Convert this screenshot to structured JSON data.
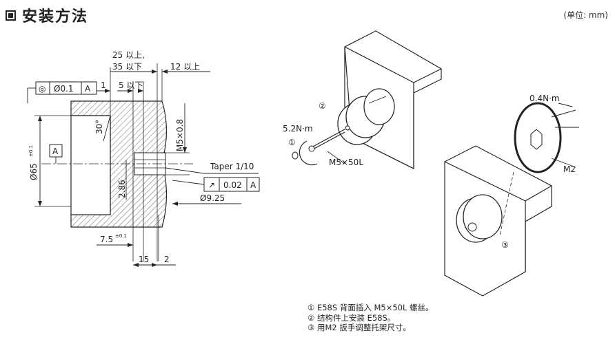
{
  "title": "安装方法",
  "unit": "(单位: mm)",
  "left_drawing": {
    "dim_top_a": "25 以上,",
    "dim_top_b": "35 以下",
    "dim_right": "12 以上",
    "fcf_symbol": "◎",
    "fcf_value": "Ø0.1",
    "fcf_datum": "A",
    "dim_1": "1",
    "dim_5": "5 以下",
    "angle": "30°",
    "thread": "M5×0.8",
    "datum_box": "A",
    "dia_65": "Ø65",
    "dia_65_tol": "±0.1",
    "dim_286": "2.86",
    "taper": "Taper 1/10",
    "runout_symbol": "↗",
    "runout_value": "0.02",
    "runout_datum": "A",
    "dia_925": "Ø9.25",
    "dim_75": "7.5",
    "dim_75_tol": "±0.1",
    "dim_15": "15",
    "dim_2": "2"
  },
  "right_drawing": {
    "label_2": "②",
    "label_1": "①",
    "label_3": "③",
    "torque_1": "5.2N·m",
    "torque_2": "0.4N·m",
    "screw": "M5×50L",
    "wrench": "M2"
  },
  "notes": [
    "① E58S 背面插入 M5×50L 螺丝。",
    "② 结构件上安装 E58S。",
    "③ 用M2 扳手调整托架尺寸。"
  ]
}
